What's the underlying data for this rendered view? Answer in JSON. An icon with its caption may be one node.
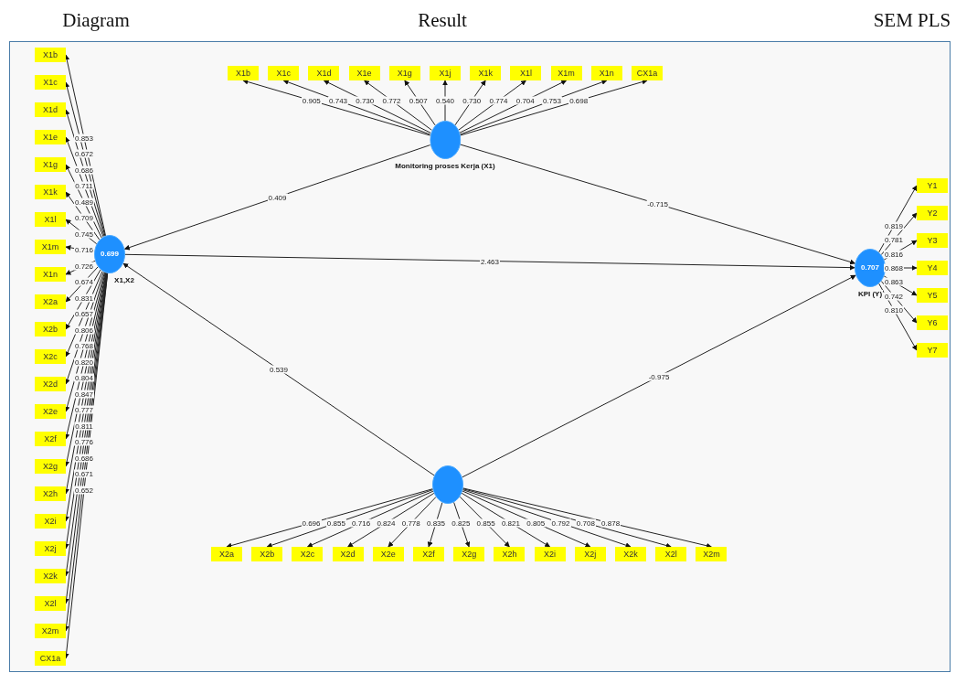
{
  "diagram": {
    "nodes": [
      {
        "text": [
          "X1b"
        ]
      },
      {
        "text": [
          "X1c"
        ]
      },
      {
        "text": [
          "X1d"
        ]
      },
      {
        "text": [
          "X1e"
        ]
      },
      {
        "text": [
          "X1g"
        ]
      },
      {
        "text": [
          "X1j"
        ]
      },
      {
        "text": [
          "X1k"
        ]
      },
      {
        "text": [
          "X1l"
        ]
      },
      {
        "text": [
          "X1m"
        ]
      },
      {
        "text": [
          "X1n"
        ]
      },
      {
        "text": [
          "CX1a"
        ]
      },
      {
        "text": [
          "Monitoring proses Kerja (X1)"
        ]
      },
      {
        "text": [
          "X1b"
        ]
      },
      {
        "text": [
          "X1c"
        ]
      },
      {
        "text": [
          "X1d"
        ]
      },
      {
        "text": [
          "X1e"
        ]
      },
      {
        "text": [
          "X1g"
        ]
      },
      {
        "text": [
          "X1k"
        ]
      },
      {
        "text": [
          "X1l"
        ]
      },
      {
        "text": [
          "X1m"
        ]
      },
      {
        "text": [
          "X1n"
        ]
      },
      {
        "text": [
          "X2a"
        ]
      },
      {
        "text": [
          "X2b"
        ]
      },
      {
        "text": [
          "X2c"
        ]
      },
      {
        "text": [
          "X2d"
        ]
      },
      {
        "text": [
          "X2e"
        ]
      },
      {
        "text": [
          "X2f"
        ]
      },
      {
        "text": [
          "X2g"
        ]
      },
      {
        "text": [
          "X2h"
        ]
      },
      {
        "text": [
          "X2i"
        ]
      },
      {
        "text": [
          "X2j"
        ]
      },
      {
        "text": [
          "X2k"
        ]
      },
      {
        "text": [
          "X2l"
        ]
      },
      {
        "text": [
          "X2m"
        ]
      },
      {
        "text": [
          "CX1a"
        ]
      },
      {
        "text": [
          "0.699",
          "X1,X2"
        ]
      },
      {
        "text": [
          "0.707",
          "KPI (Y)"
        ]
      },
      {
        "text": [
          "Y1"
        ]
      },
      {
        "text": [
          "Y2"
        ]
      },
      {
        "text": [
          "Y3"
        ]
      },
      {
        "text": [
          "Y4"
        ]
      },
      {
        "text": [
          "Y5"
        ]
      },
      {
        "text": [
          "Y6"
        ]
      },
      {
        "text": [
          "Y7"
        ]
      },
      {
        "text": [],
        "shape": "circle"
      },
      {
        "text": [
          "X2a"
        ]
      },
      {
        "text": [
          "X2b"
        ]
      },
      {
        "text": [
          "X2c"
        ]
      },
      {
        "text": [
          "X2d"
        ]
      },
      {
        "text": [
          "X2e"
        ]
      },
      {
        "text": [
          "X2f"
        ]
      },
      {
        "text": [
          "X2g"
        ]
      },
      {
        "text": [
          "X2h"
        ]
      },
      {
        "text": [
          "X2i"
        ]
      },
      {
        "text": [
          "X2j"
        ]
      },
      {
        "text": [
          "X2k"
        ]
      },
      {
        "text": [
          "X2l"
        ]
      },
      {
        "text": [
          "X2m"
        ]
      }
    ],
    "edges": [
      {
        "from": 11,
        "to": 0,
        "arrow": "to",
        "label": "0.905"
      },
      {
        "from": 11,
        "to": 1,
        "arrow": "to",
        "label": "0.743"
      },
      {
        "from": 11,
        "to": 2,
        "arrow": "to",
        "label": "0.730"
      },
      {
        "from": 11,
        "to": 3,
        "arrow": "to",
        "label": "0.772"
      },
      {
        "from": 11,
        "to": 4,
        "arrow": "to",
        "label": "0.507"
      },
      {
        "from": 11,
        "to": 5,
        "arrow": "to",
        "label": "0.540"
      },
      {
        "from": 11,
        "to": 6,
        "arrow": "to",
        "label": "0.730"
      },
      {
        "from": 11,
        "to": 7,
        "arrow": "to",
        "label": "0.774"
      },
      {
        "from": 11,
        "to": 8,
        "arrow": "to",
        "label": "0.704"
      },
      {
        "from": 11,
        "to": 9,
        "arrow": "to",
        "label": "0.753"
      },
      {
        "from": 11,
        "to": 10,
        "arrow": "to",
        "label": "0.698"
      },
      {
        "from": 35,
        "to": 12,
        "arrow": "to",
        "label": "0.853"
      },
      {
        "from": 35,
        "to": 13,
        "arrow": "to",
        "label": "0.672"
      },
      {
        "from": 35,
        "to": 14,
        "arrow": "to",
        "label": "0.686"
      },
      {
        "from": 35,
        "to": 15,
        "arrow": "to",
        "label": "0.711"
      },
      {
        "from": 35,
        "to": 16,
        "arrow": "to",
        "label": "0.489"
      },
      {
        "from": 35,
        "to": 17,
        "arrow": "to",
        "label": "0.709"
      },
      {
        "from": 35,
        "to": 18,
        "arrow": "to",
        "label": "0.745"
      },
      {
        "from": 35,
        "to": 19,
        "arrow": "to",
        "label": "0.716"
      },
      {
        "from": 35,
        "to": 20,
        "arrow": "to",
        "label": "0.726"
      },
      {
        "from": 35,
        "to": 21,
        "arrow": "to",
        "label": "0.674"
      },
      {
        "from": 35,
        "to": 22,
        "arrow": "to",
        "label": "0.831"
      },
      {
        "from": 35,
        "to": 23,
        "arrow": "to",
        "label": "0.657"
      },
      {
        "from": 35,
        "to": 24,
        "arrow": "to",
        "label": "0.806"
      },
      {
        "from": 35,
        "to": 25,
        "arrow": "to",
        "label": "0.768"
      },
      {
        "from": 35,
        "to": 26,
        "arrow": "to",
        "label": "0.820"
      },
      {
        "from": 35,
        "to": 27,
        "arrow": "to",
        "label": "0.804"
      },
      {
        "from": 35,
        "to": 28,
        "arrow": "to",
        "label": "0.847"
      },
      {
        "from": 35,
        "to": 29,
        "arrow": "to",
        "label": "0.777"
      },
      {
        "from": 35,
        "to": 30,
        "arrow": "to",
        "label": "0.811"
      },
      {
        "from": 35,
        "to": 31,
        "arrow": "to",
        "label": "0.776"
      },
      {
        "from": 35,
        "to": 32,
        "arrow": "to",
        "label": "0.686"
      },
      {
        "from": 35,
        "to": 33,
        "arrow": "to",
        "label": "0.671"
      },
      {
        "from": 35,
        "to": 34,
        "arrow": "to",
        "label": "0.652"
      },
      {
        "from": 11,
        "to": 35,
        "arrow": "to",
        "label": "0.409"
      },
      {
        "from": 11,
        "to": 36,
        "arrow": "to",
        "label": "-0.715"
      },
      {
        "from": 35,
        "to": 36,
        "arrow": "to",
        "label": "2.463"
      },
      {
        "from": 44,
        "to": 35,
        "arrow": "to",
        "label": "0.539"
      },
      {
        "from": 44,
        "to": 36,
        "arrow": "to",
        "label": "-0.975"
      },
      {
        "from": 36,
        "to": 37,
        "arrow": "to",
        "label": "0.819"
      },
      {
        "from": 36,
        "to": 38,
        "arrow": "to",
        "label": "0.781"
      },
      {
        "from": 36,
        "to": 39,
        "arrow": "to",
        "label": "0.816"
      },
      {
        "from": 36,
        "to": 40,
        "arrow": "to",
        "label": "0.868"
      },
      {
        "from": 36,
        "to": 41,
        "arrow": "to",
        "label": "0.863"
      },
      {
        "from": 36,
        "to": 42,
        "arrow": "to",
        "label": "0.742"
      },
      {
        "from": 36,
        "to": 43,
        "arrow": "to",
        "label": "0.810"
      },
      {
        "from": 44,
        "to": 45,
        "arrow": "to",
        "label": "0.696"
      },
      {
        "from": 44,
        "to": 46,
        "arrow": "to",
        "label": "0.855"
      },
      {
        "from": 44,
        "to": 47,
        "arrow": "to",
        "label": "0.716"
      },
      {
        "from": 44,
        "to": 48,
        "arrow": "to",
        "label": "0.824"
      },
      {
        "from": 44,
        "to": 49,
        "arrow": "to",
        "label": "0.778"
      },
      {
        "from": 44,
        "to": 50,
        "arrow": "to",
        "label": "0.835"
      },
      {
        "from": 44,
        "to": 51,
        "arrow": "to",
        "label": "0.825"
      },
      {
        "from": 44,
        "to": 52,
        "arrow": "to",
        "label": "0.855"
      },
      {
        "from": 44,
        "to": 53,
        "arrow": "to",
        "label": "0.821"
      },
      {
        "from": 44,
        "to": 54,
        "arrow": "to",
        "label": "0.805"
      },
      {
        "from": 44,
        "to": 55,
        "arrow": "to",
        "label": "0.792"
      },
      {
        "from": 44,
        "to": 56,
        "arrow": "to",
        "label": "0.708"
      },
      {
        "from": 44,
        "to": 57,
        "arrow": "to",
        "label": "0.878"
      }
    ],
    "labels": [
      "Diagram",
      "Result",
      "SEM PLS"
    ]
  }
}
